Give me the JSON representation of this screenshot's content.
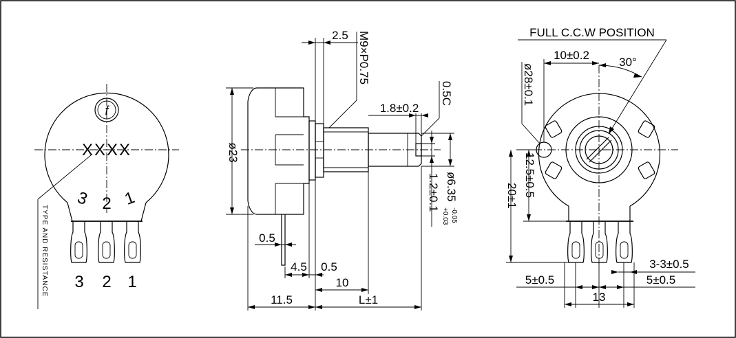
{
  "front_view": {
    "marking": "XXXX",
    "logo_glyph": "f",
    "pin_labels_top": [
      "3",
      "2",
      "1"
    ],
    "pin_labels_bottom": [
      "3",
      "2",
      "1"
    ],
    "side_note": "TYPE AND RESISTANCE"
  },
  "side_view": {
    "thread": "M9×P0.75",
    "nut_thickness": "2.5",
    "body_diameter": "ø23",
    "flat_length": "1.8±0.2",
    "chamfer": "0.5C",
    "slot_depth": "1.2±0.1",
    "shaft_diameter_base": "ø6.35",
    "shaft_tol_upper": "+0.03",
    "shaft_tol_lower": "-0.05",
    "terminal_offset": "0.5",
    "dim_4_5": "4.5",
    "dim_0_5": "0.5",
    "dim_10": "10",
    "body_depth": "11.5",
    "shaft_length": "L±1"
  },
  "rear_view": {
    "title": "FULL C.C.W POSITION",
    "width_10": "10±0.2",
    "angle": "30°",
    "lug_diameter": "ø28±0.1",
    "height_12_5": "12.5±0.5",
    "height_20": "20±1",
    "pin_dim": "3-3±0.5",
    "pitch_left": "5±0.5",
    "pitch_right": "5±0.5",
    "span": "13"
  }
}
